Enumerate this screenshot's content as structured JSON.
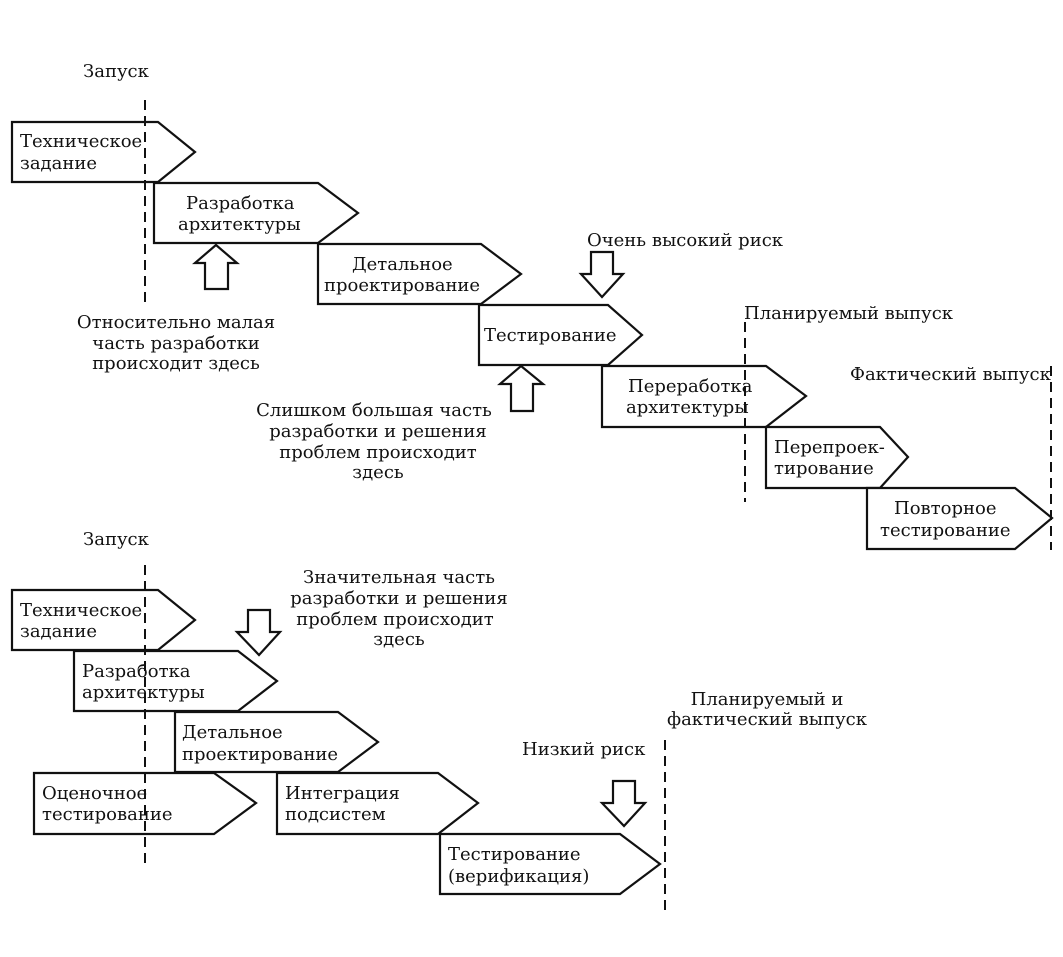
{
  "top": {
    "launch_label": "Запуск",
    "stages": [
      [
        "Техническое",
        "задание"
      ],
      [
        "Разработка",
        "архитектуры"
      ],
      [
        "Детальное",
        "проектирование"
      ],
      [
        "Тестирование"
      ],
      [
        "Переработка",
        "архитектуры"
      ],
      [
        "Перепроек-",
        "тирование"
      ],
      [
        "Повторное",
        "тестирование"
      ]
    ],
    "small_part_note": [
      "Относительно малая",
      "часть разработки",
      "происходит здесь"
    ],
    "too_much_note": [
      "Слишком большая часть",
      "разработки и решения",
      "проблем происходит",
      "здесь"
    ],
    "risk_label": "Очень высокий риск",
    "planned_release_label": "Планируемый выпуск",
    "actual_release_label": "Фактический выпуск"
  },
  "bottom": {
    "launch_label": "Запуск",
    "stages": [
      [
        "Техническое",
        "задание"
      ],
      [
        "Разработка",
        "архитектуры"
      ],
      [
        "Детальное",
        "проектирование"
      ],
      [
        "Оценочное",
        "тестирование"
      ],
      [
        "Интеграция",
        "подсистем"
      ],
      [
        "Тестирование",
        "(верификация)"
      ]
    ],
    "significant_note": [
      "Значительная часть",
      "разработки и решения",
      "проблем происходит",
      "здесь"
    ],
    "risk_label": "Низкий риск",
    "release_label": [
      "Планируемый и",
      "фактический выпуск"
    ]
  }
}
